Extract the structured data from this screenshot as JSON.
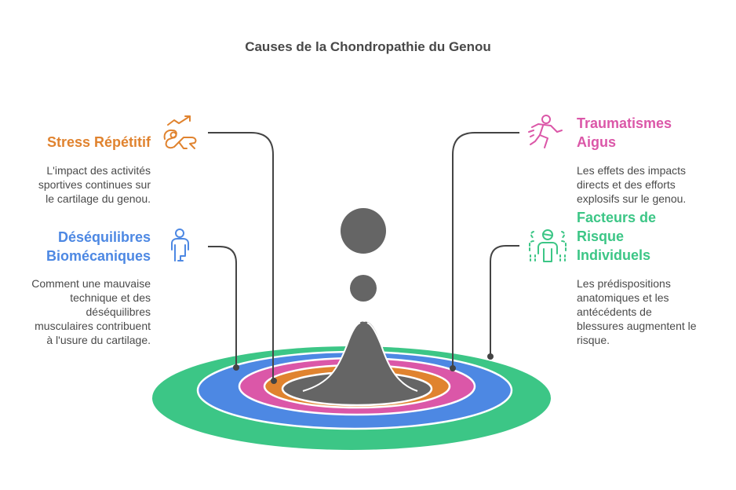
{
  "title": "Causes de la Chondropathie du Genou",
  "colors": {
    "orange": "#E0832F",
    "pink": "#DB57A8",
    "blue": "#4D88E3",
    "green": "#3CC686",
    "gray": "#656565",
    "line": "#444444",
    "text": "#4a4a4a"
  },
  "items": [
    {
      "id": "stress-repetitif",
      "side": "left",
      "title_lines": [
        "Stress Répétitif"
      ],
      "description_lines": [
        "L'impact des activités",
        "sportives continues sur",
        "le cartilage du genou."
      ],
      "color": "#E0832F",
      "icon": "runner-trend-icon",
      "ring": "orange"
    },
    {
      "id": "desequilibres-biomecaniques",
      "side": "left",
      "title_lines": [
        "Déséquilibres",
        "Biomécaniques"
      ],
      "description_lines": [
        "Comment une mauvaise",
        "technique et des",
        "déséquilibres",
        "musculaires contribuent",
        "à l'usure du cartilage."
      ],
      "color": "#4D88E3",
      "icon": "person-imbalance-icon",
      "ring": "blue"
    },
    {
      "id": "traumatismes-aigus",
      "side": "right",
      "title_lines": [
        "Traumatismes",
        "Aigus"
      ],
      "description_lines": [
        "Les effets des impacts",
        "directs et des efforts",
        "explosifs sur le genou."
      ],
      "color": "#DB57A8",
      "icon": "running-person-icon",
      "ring": "pink"
    },
    {
      "id": "facteurs-risque-individuels",
      "side": "right",
      "title_lines": [
        "Facteurs de",
        "Risque",
        "Individuels"
      ],
      "description_lines": [
        "Les prédispositions",
        "anatomiques et les",
        "antécédents de",
        "blessures augmentent le",
        "risque."
      ],
      "color": "#3CC686",
      "icon": "group-people-icon",
      "ring": "green"
    }
  ]
}
